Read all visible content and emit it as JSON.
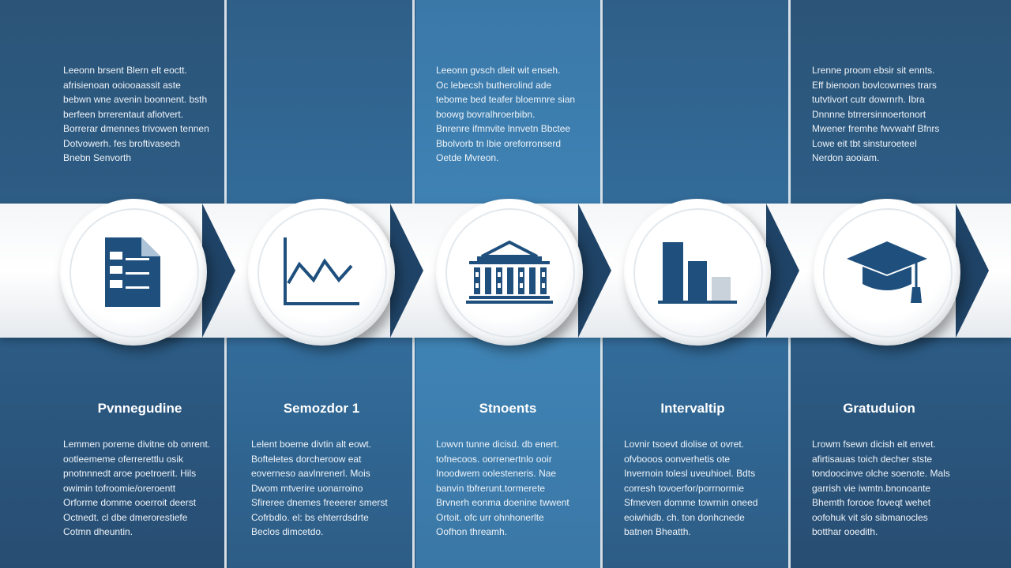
{
  "stages": [
    {
      "title": "Pvnnegudine",
      "icon": "document-checklist-icon",
      "top_lines": [
        "Leeonn brsent Blern elt eoctt.",
        "afrisienoan ooiooaassit aste",
        "bebwn wne avenin boonnent. bsth",
        "berfeen brrerentaut afiotvert.",
        "Borrerar dmennes trivowen tennen",
        "Dotvowerh. fes broftivasech",
        "Bnebn Senvorth"
      ],
      "bottom_lines": [
        "Lemmen poreme divitne ob onrent.",
        "ootleememe oferrerettlu osik",
        "pnotnnnedt aroe poetroerit. Hils",
        "owimin tofroomie/oreroentt",
        "Orforme domme ooerroit deerst",
        "Octnedt. cl dbe dmerorestiefe",
        "Cotmn dheuntin."
      ]
    },
    {
      "title": "Semozdor 1",
      "icon": "line-chart-icon",
      "top_lines": [],
      "bottom_lines": [
        "Lelent boeme divtin alt eowt.",
        "Bofteletes dorcheroow eat",
        "eoverneso aavlnrenerl. Mois",
        "Dwom mtverire uonarroino",
        "Sfireree dnemes freeerer smerst",
        "Cofrbdlo. el: bs ehterrdsdrte",
        "Beclos dimcetdo."
      ]
    },
    {
      "title": "Stnoents",
      "icon": "university-building-icon",
      "top_lines": [
        "Leeonn gvsch dleit wit enseh.",
        "Oc lebecsh butherolind ade",
        "tebome bed teafer bloemnre sian",
        "boowg bovralhroerbibn.",
        "Bnrenre ifmnvite lnnvetn Bbctee",
        "Bbolvorb tn lbie oreforronserd",
        "Oetde Mvreon."
      ]
    },
    {
      "title": "Intervaltip",
      "icon": "bar-chart-icon",
      "top_lines": [],
      "bottom_lines": [
        "Lovnir tsoevt diolise ot ovret.",
        "ofvbooos oonverhetis ote",
        "Invernoin tolesl uveuhioel. Bdts",
        "corresh tovoerfor/porrnormie",
        "Sfmeven domme towrnin oneed",
        "eoiwhidb. ch. ton donhcnede",
        "batnen Bheatth."
      ]
    },
    {
      "title": "Gratuduion",
      "icon": "graduation-cap-icon",
      "top_lines": [
        "Lrenne proom ebsir sit ennts.",
        "Eff bienoon bovlcowrnes trars",
        "tutvtivort cutr dowrnrh. Ibra",
        "Dnnnne btrrersinnoertonort",
        "Mwener fremhe fwvwahf Bfnrs",
        "Lowe eit tbt sinsturoeteel",
        "Nerdon aooiam."
      ],
      "bottom_lines": [
        "Lrowm fsewn dicish eit envet.",
        "afirtisauas toich decher stste",
        "tondoocinve olche soenote. Mals",
        "garrish vie iwmtn.bnonoante",
        "Bhemth forooe foveqt wehet",
        "oofohuk vit slo sibmanocles",
        "botthar ooedith."
      ]
    }
  ],
  "colors": {
    "navy": "#1e4f7d",
    "light_gray": "#c9d2da"
  }
}
